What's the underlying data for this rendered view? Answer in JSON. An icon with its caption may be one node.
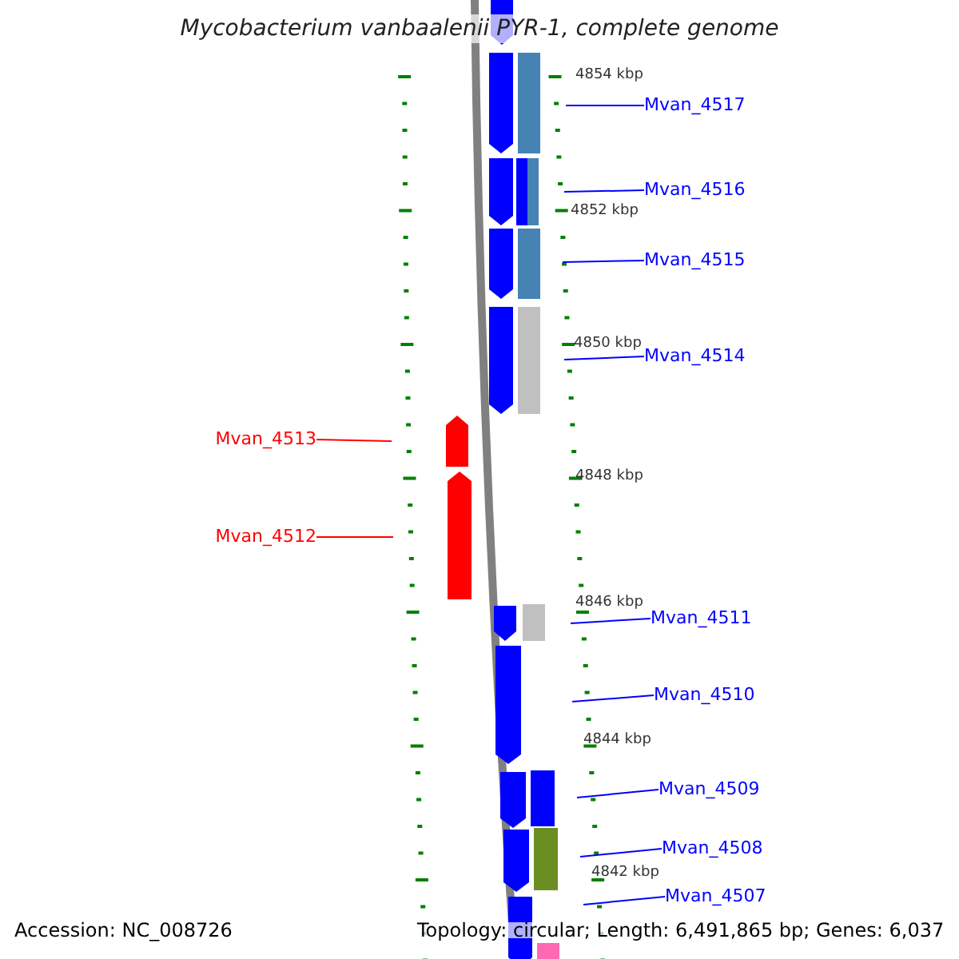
{
  "diagram": {
    "title": "Mycobacterium vanbaalenii PYR-1, complete genome",
    "nodes": [
      {
        "text": [
          "Mvan_4517"
        ]
      },
      {
        "text": [
          "Mvan_4516"
        ]
      },
      {
        "text": [
          "Mvan_4515"
        ]
      },
      {
        "text": [
          "Mvan_4514"
        ]
      },
      {
        "text": [
          "Mvan_4513"
        ]
      },
      {
        "text": [
          "Mvan_4512"
        ]
      },
      {
        "text": [
          "Mvan_4511"
        ]
      },
      {
        "text": [
          "Mvan_4510"
        ]
      },
      {
        "text": [
          "Mvan_4509"
        ]
      },
      {
        "text": [
          "Mvan_4508"
        ]
      },
      {
        "text": [
          "Mvan_4507"
        ]
      }
    ],
    "edges": [
      {
        "from": 0,
        "to": null,
        "arrow": "none"
      },
      {
        "from": 1,
        "to": null,
        "arrow": "none"
      },
      {
        "from": 2,
        "to": null,
        "arrow": "none"
      },
      {
        "from": 3,
        "to": null,
        "arrow": "none"
      },
      {
        "from": 4,
        "to": null,
        "arrow": "none",
        "color": "#ff0000"
      },
      {
        "from": 5,
        "to": null,
        "arrow": "none",
        "color": "#ff0000"
      },
      {
        "from": 6,
        "to": null,
        "arrow": "none"
      },
      {
        "from": 7,
        "to": null,
        "arrow": "none"
      },
      {
        "from": 8,
        "to": null,
        "arrow": "none"
      },
      {
        "from": 9,
        "to": null,
        "arrow": "none"
      },
      {
        "from": 10,
        "to": null,
        "arrow": "none"
      }
    ],
    "labels": [
      "4854 kbp",
      "4852 kbp",
      "4850 kbp",
      "4848 kbp",
      "4846 kbp",
      "4844 kbp",
      "4842 kbp",
      "Accession: NC_008726",
      "Topology: circular; Length: 6,491,865 bp; Genes: 6,037"
    ]
  }
}
